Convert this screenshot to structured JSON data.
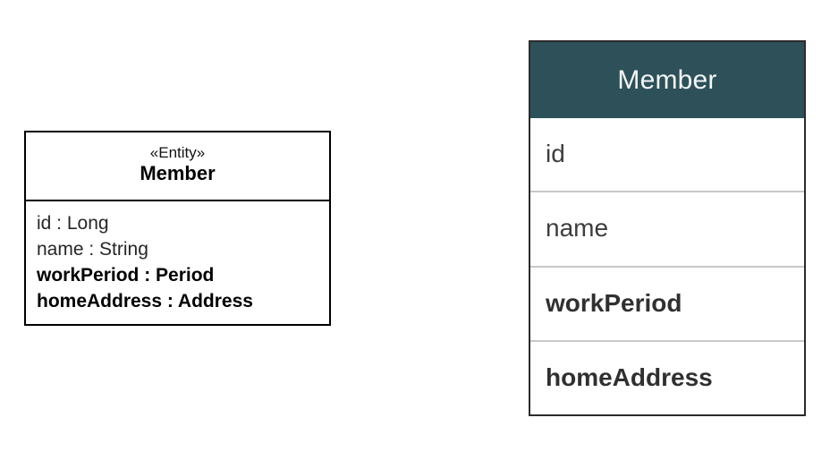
{
  "background_color": "#ffffff",
  "diagram": {
    "type": "uml-class-and-table-mapping",
    "uml_class": {
      "stereotype": "«Entity»",
      "name": "Member",
      "border_color": "#000000",
      "fill_color": "#ffffff",
      "attributes": [
        {
          "text": "id : Long",
          "name": "id",
          "type": "Long",
          "emphasis": "normal"
        },
        {
          "text": "name : String",
          "name": "name",
          "type": "String",
          "emphasis": "normal"
        },
        {
          "text": "workPeriod : Period",
          "name": "workPeriod",
          "type": "Period",
          "emphasis": "bold"
        },
        {
          "text": "homeAddress : Address",
          "name": "homeAddress",
          "type": "Address",
          "emphasis": "bold"
        }
      ]
    },
    "table": {
      "title": "Member",
      "header_background": "#2d5059",
      "header_text_color": "#ffffff",
      "border_color": "#2b2b2b",
      "row_separator_color": "#c8c8c8",
      "rows": [
        {
          "label": "id",
          "emphasis": "normal"
        },
        {
          "label": "name",
          "emphasis": "normal"
        },
        {
          "label": "workPeriod",
          "emphasis": "bold"
        },
        {
          "label": "homeAddress",
          "emphasis": "bold"
        }
      ]
    }
  }
}
